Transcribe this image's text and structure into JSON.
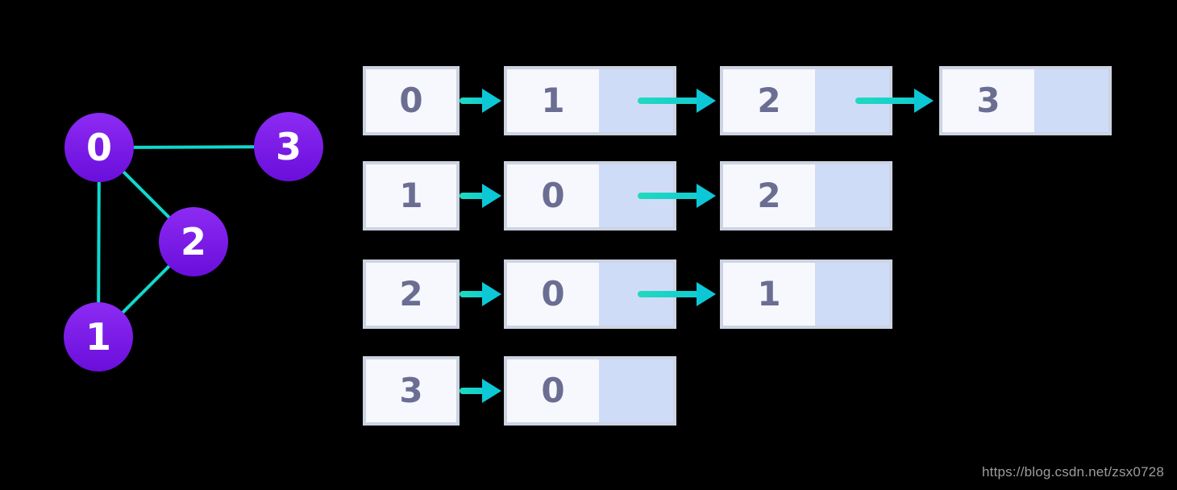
{
  "graph": {
    "nodes": [
      {
        "label": "0"
      },
      {
        "label": "1"
      },
      {
        "label": "2"
      },
      {
        "label": "3"
      }
    ],
    "edges": [
      "0-3",
      "0-2",
      "0-1",
      "1-2"
    ],
    "node_gradient_top": "#8c2bf3",
    "node_gradient_bottom": "#6a0edb",
    "edge_color": "#0fd8cd"
  },
  "adjacency": {
    "rows": [
      {
        "head": "0",
        "nodes": [
          {
            "value": "1"
          },
          {
            "value": "2"
          },
          {
            "value": "3"
          }
        ]
      },
      {
        "head": "1",
        "nodes": [
          {
            "value": "0"
          },
          {
            "value": "2"
          }
        ]
      },
      {
        "head": "2",
        "nodes": [
          {
            "value": "0"
          },
          {
            "value": "1"
          }
        ]
      },
      {
        "head": "3",
        "nodes": [
          {
            "value": "0"
          }
        ]
      }
    ]
  },
  "colors": {
    "background": "#000000",
    "box_border": "#ccd3e2",
    "box_fill": "#f6f8fd",
    "next_cell_fill": "#cfdcf7",
    "number_text": "#6b6e92",
    "arrow": "#0cc8d6"
  },
  "watermark": "https://blog.csdn.net/zsx0728"
}
